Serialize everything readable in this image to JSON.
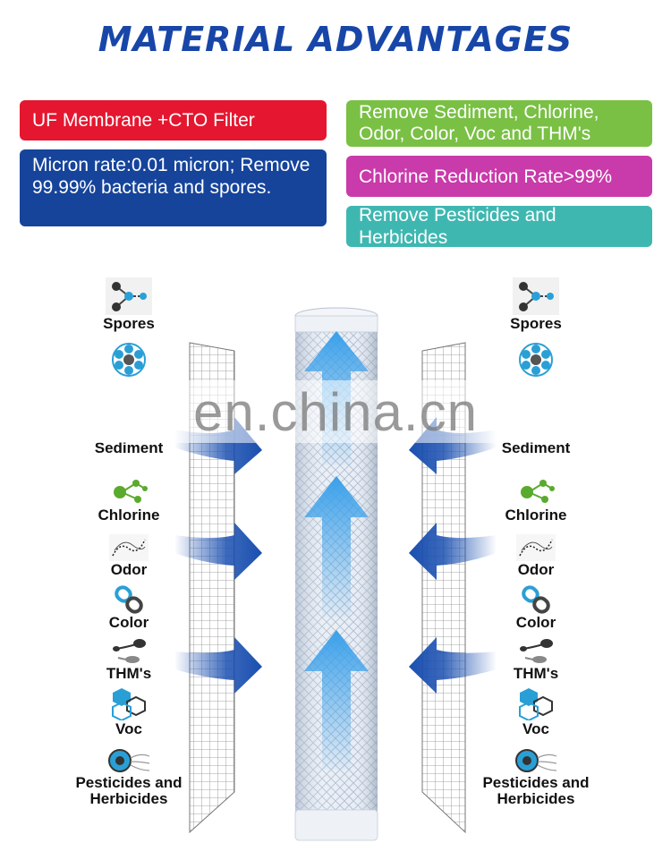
{
  "title": "MATERIAL ADVANTAGES",
  "features_left": {
    "uf_membrane": "UF Membrane +CTO Filter",
    "micron_rate": "Micron rate:0.01 micron; Remove 99.99% bacteria and spores."
  },
  "features_right": {
    "remove_sediment": "Remove Sediment, Chlorine, Odor, Color, Voc and THM's",
    "chlorine_reduction": "Chlorine Reduction Rate>99%",
    "remove_pesticides": "Remove Pesticides and Herbicides"
  },
  "contaminants": [
    {
      "label": "Spores",
      "icon": "spores-icon"
    },
    {
      "label": "Sediment",
      "icon": "sediment-icon"
    },
    {
      "label": "Chlorine",
      "icon": "chlorine-icon"
    },
    {
      "label": "Odor",
      "icon": "odor-icon"
    },
    {
      "label": "Color",
      "icon": "color-icon"
    },
    {
      "label": "THM's",
      "icon": "thms-icon"
    },
    {
      "label": "Voc",
      "icon": "voc-icon"
    },
    {
      "label": "Pesticides and Herbicides",
      "icon": "pesticides-icon"
    }
  ],
  "watermark": "en.china.cn",
  "colors": {
    "title": "#1846a8",
    "red": "#e5162f",
    "navy": "#16449b",
    "green": "#79c044",
    "purple": "#c93aaa",
    "teal": "#3fb7b1",
    "arrow_blue": "#1a4fb0",
    "arrow_light": "#3aa0ea"
  }
}
